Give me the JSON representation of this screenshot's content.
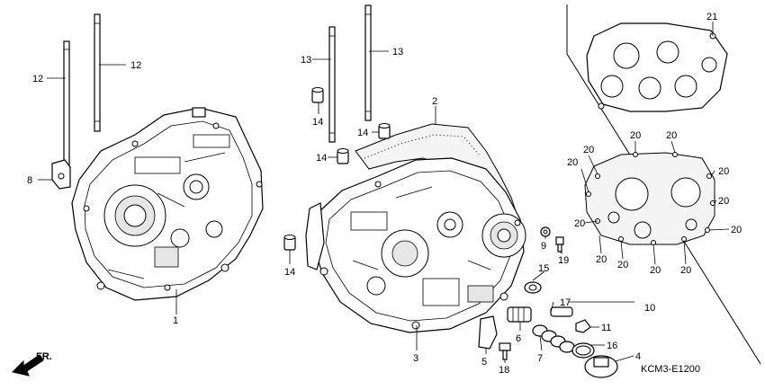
{
  "diagram_code": "KCM3-E1200",
  "direction_label": "FR.",
  "callouts": {
    "c1": "1",
    "c2": "2",
    "c3": "3",
    "c4": "4",
    "c5": "5",
    "c6": "6",
    "c7": "7",
    "c8": "8",
    "c9": "9",
    "c10": "10",
    "c11": "11",
    "c12a": "12",
    "c12b": "12",
    "c13a": "13",
    "c13b": "13",
    "c14a": "14",
    "c14b": "14",
    "c14c": "14",
    "c14d": "14",
    "c15": "15",
    "c16": "16",
    "c17": "17",
    "c18": "18",
    "c19": "19",
    "c20a": "20",
    "c20b": "20",
    "c20c": "20",
    "c20d": "20",
    "c20e": "20",
    "c20f": "20",
    "c20g": "20",
    "c20h": "20",
    "c20i": "20",
    "c20j": "20",
    "c20k": "20",
    "c20l": "20",
    "c21": "21"
  }
}
